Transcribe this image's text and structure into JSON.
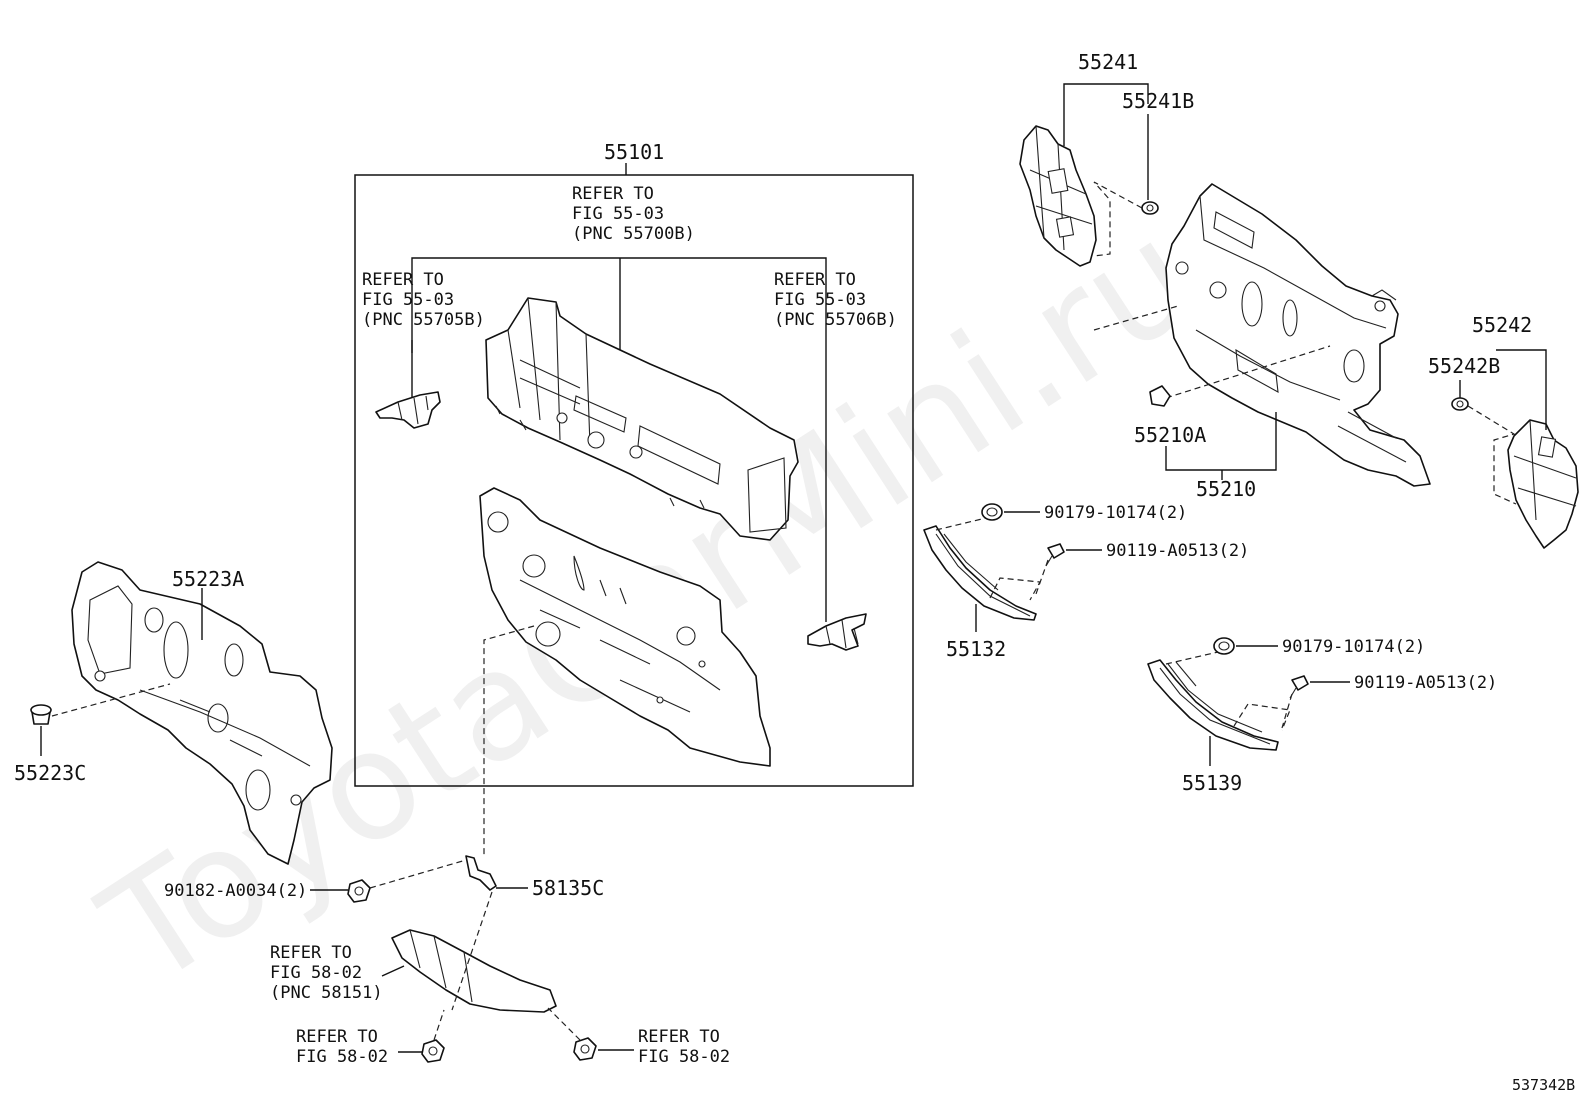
{
  "figure_id": "537342B",
  "watermark": "ToyotaCarMini.ru",
  "labels": {
    "p55101": "55101",
    "ref_top_1": "REFER TO",
    "ref_top_2": "FIG 55-03",
    "ref_top_3": "(PNC 55700B)",
    "ref_left_1": "REFER TO",
    "ref_left_2": "FIG 55-03",
    "ref_left_3": "(PNC 55705B)",
    "ref_right_1": "REFER TO",
    "ref_right_2": "FIG 55-03",
    "ref_right_3": "(PNC 55706B)",
    "p55223A": "55223A",
    "p55223C": "55223C",
    "p90182": "90182-A0034(2)",
    "p58135C": "58135C",
    "ref_5802_1": "REFER TO",
    "ref_5802_2": "FIG 58-02",
    "ref_5802_3": "(PNC 58151)",
    "ref_bl_1": "REFER TO",
    "ref_bl_2": "FIG 58-02",
    "ref_br_1": "REFER TO",
    "ref_br_2": "FIG 58-02",
    "p55241": "55241",
    "p55241B": "55241B",
    "p55242": "55242",
    "p55242B": "55242B",
    "p55210A": "55210A",
    "p55210": "55210",
    "p90179_a": "90179-10174(2)",
    "p90119_a": "90119-A0513(2)",
    "p55132": "55132",
    "p90179_b": "90179-10174(2)",
    "p90119_b": "90119-A0513(2)",
    "p55139": "55139"
  }
}
